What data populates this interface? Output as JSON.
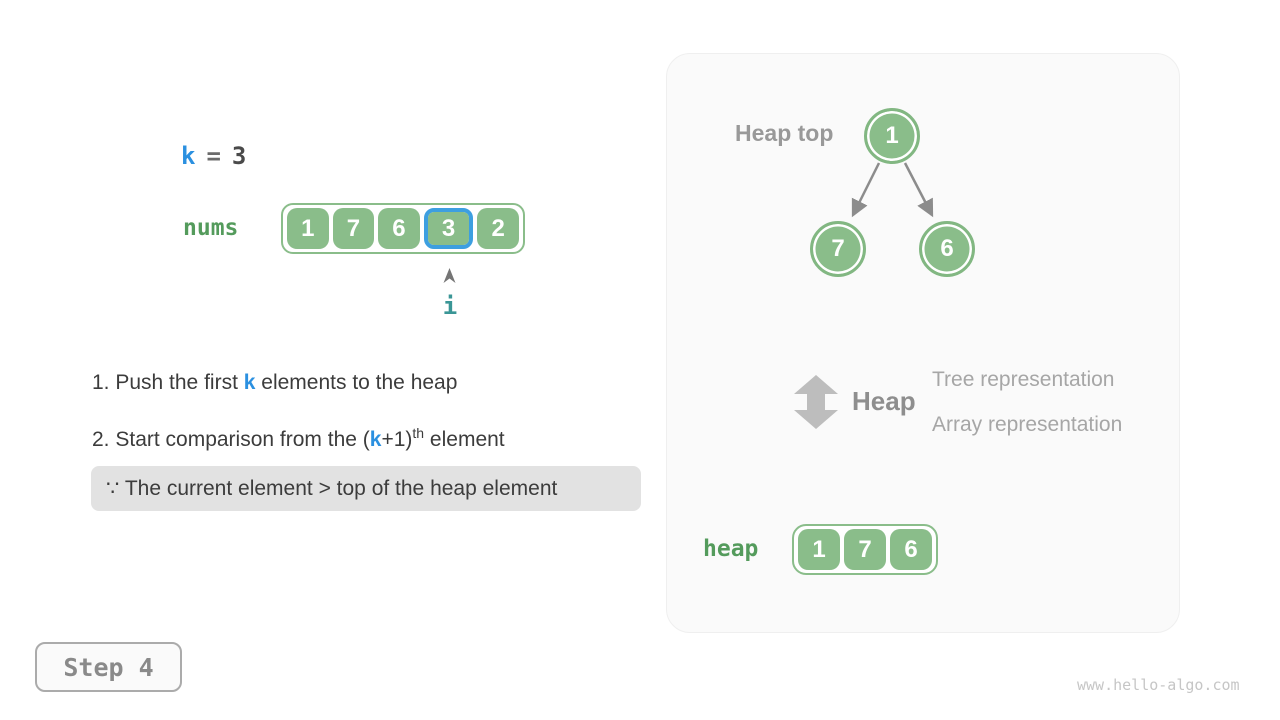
{
  "colors": {
    "green_fill": "#8abd8a",
    "green_label": "#549b5c",
    "blue_accent": "#2b90e0",
    "blue_highlight_border": "#3d9fe0",
    "teal_pointer": "#3a9696",
    "gray_text": "#3c3c3c",
    "muted_gray": "#999999",
    "panel_bg": "#fafafa",
    "note_bg": "#e2e2e2"
  },
  "left": {
    "k_var": "k",
    "k_eq": "=",
    "k_val": "3",
    "nums_label": "nums",
    "nums_values": [
      "1",
      "7",
      "6",
      "3",
      "2"
    ],
    "highlight_index": 3,
    "pointer_label": "i",
    "instr1": {
      "prefix": "1. Push the first ",
      "k": "k",
      "suffix": " elements to the heap"
    },
    "instr2": {
      "prefix": "2. Start comparison from the (",
      "k": "k",
      "mid": "+1)",
      "sup": "th",
      "suffix": " element"
    },
    "note": "∵ The current element > top of the heap element",
    "step_label": "Step 4"
  },
  "panel": {
    "heap_top_label": "Heap top",
    "tree_nodes": [
      "1",
      "7",
      "6"
    ],
    "heap_word": "Heap",
    "representations": [
      "Tree representation",
      "Array representation"
    ],
    "heap_label": "heap",
    "heap_values": [
      "1",
      "7",
      "6"
    ]
  },
  "watermark": "www.hello-algo.com"
}
